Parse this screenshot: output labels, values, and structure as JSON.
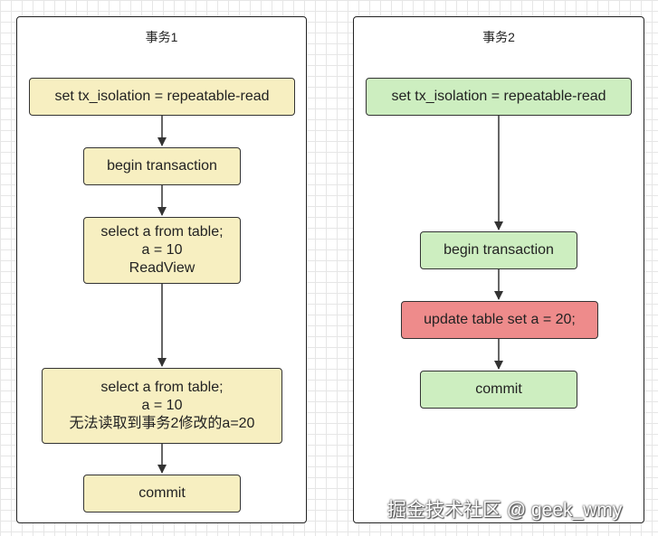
{
  "lane1": {
    "title": "事务1",
    "nodes": {
      "set_isolation": "set tx_isolation = repeatable-read",
      "begin": "begin transaction",
      "select1": [
        "select a from table;",
        "a = 10",
        "ReadView"
      ],
      "select2": [
        "select a from table;",
        "a = 10",
        "无法读取到事务2修改的a=20"
      ],
      "commit": "commit"
    }
  },
  "lane2": {
    "title": "事务2",
    "nodes": {
      "set_isolation": "set tx_isolation = repeatable-read",
      "begin": "begin transaction",
      "update": "update table set a = 20;",
      "commit": "commit"
    }
  },
  "watermark": "掘金技术社区 @ geek_wmy",
  "colors": {
    "lane1_node": "#f7efc1",
    "lane2_node": "#cdeec0",
    "update_node": "#ee8b8b",
    "border": "#333333"
  }
}
